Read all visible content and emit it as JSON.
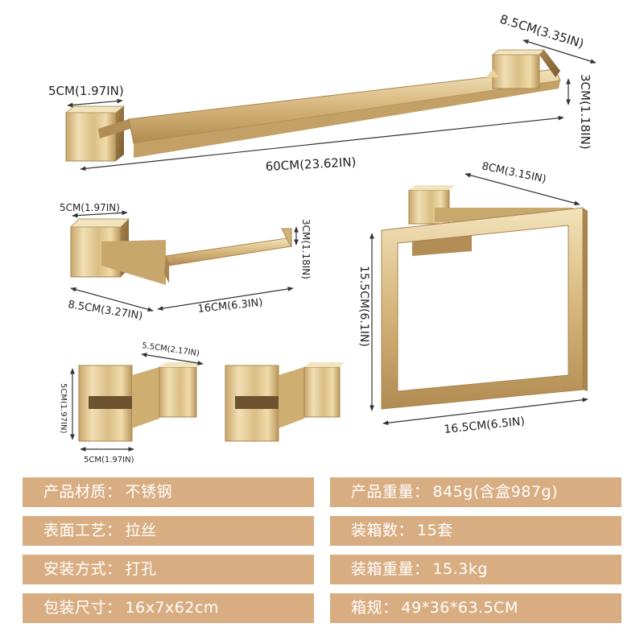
{
  "dimensions": {
    "towel_bar": {
      "width": "5CM(1.97IN)",
      "depth": "8.5CM(3.35IN)",
      "height": "3CM(1.18IN)",
      "length": "60CM(23.62IN)"
    },
    "paper_holder": {
      "width": "5CM(1.97IN)",
      "height": "3CM(1.18IN)",
      "depth": "8.5CM(3.27IN)",
      "length": "16CM(6.3IN)"
    },
    "towel_ring": {
      "depth": "8CM(3.15IN)",
      "height": "15.5CM(6.1IN)",
      "width": "16.5CM(6.5IN)"
    },
    "robe_hook": {
      "depth": "5.5CM(2.17IN)",
      "height": "5CM(1.97IN)",
      "width": "5CM(1.97IN)"
    }
  },
  "specs": [
    {
      "label": "产品材质：",
      "value": "不锈钢"
    },
    {
      "label": "产品重量：",
      "value": "845g(含盒987g)"
    },
    {
      "label": "表面工艺：",
      "value": "拉丝"
    },
    {
      "label": "装箱数：",
      "value": "15套"
    },
    {
      "label": "安装方式：",
      "value": "打孔"
    },
    {
      "label": "装箱重量：",
      "value": "15.3kg"
    },
    {
      "label": "包装尺寸：",
      "value": "16x7x62cm"
    },
    {
      "label": "箱规：",
      "value": "49*36*63.5CM"
    }
  ],
  "colors": {
    "gold_light": "#f1dfb4",
    "gold_mid": "#d9be85",
    "gold_dark": "#a8844e",
    "spec_bg": "#d9ad82"
  }
}
